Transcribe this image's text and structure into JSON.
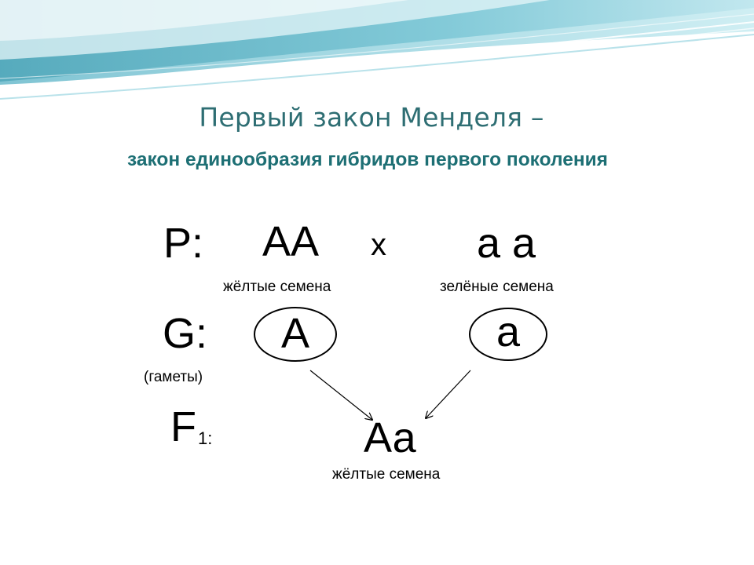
{
  "slide": {
    "title": "Первый закон Менделя –",
    "subtitle": "закон единообразия гибридов первого поколения"
  },
  "parents": {
    "label": "P:",
    "left_genotype": "AA",
    "cross_symbol": "х",
    "right_genotype": "а а",
    "left_phenotype": "жёлтые семена",
    "right_phenotype": "зелёные семена"
  },
  "gametes": {
    "label": "G:",
    "note": "(гаметы)",
    "left_gamete": "А",
    "right_gamete": "а"
  },
  "offspring": {
    "label": "F",
    "subscript": "1:",
    "genotype": "Аа",
    "phenotype": "жёлтые семена"
  },
  "colors": {
    "title": "#2e6e73",
    "subtitle": "#1d6f74",
    "wave_dark": "#5fb4c6",
    "wave_light": "#d3eef3"
  }
}
